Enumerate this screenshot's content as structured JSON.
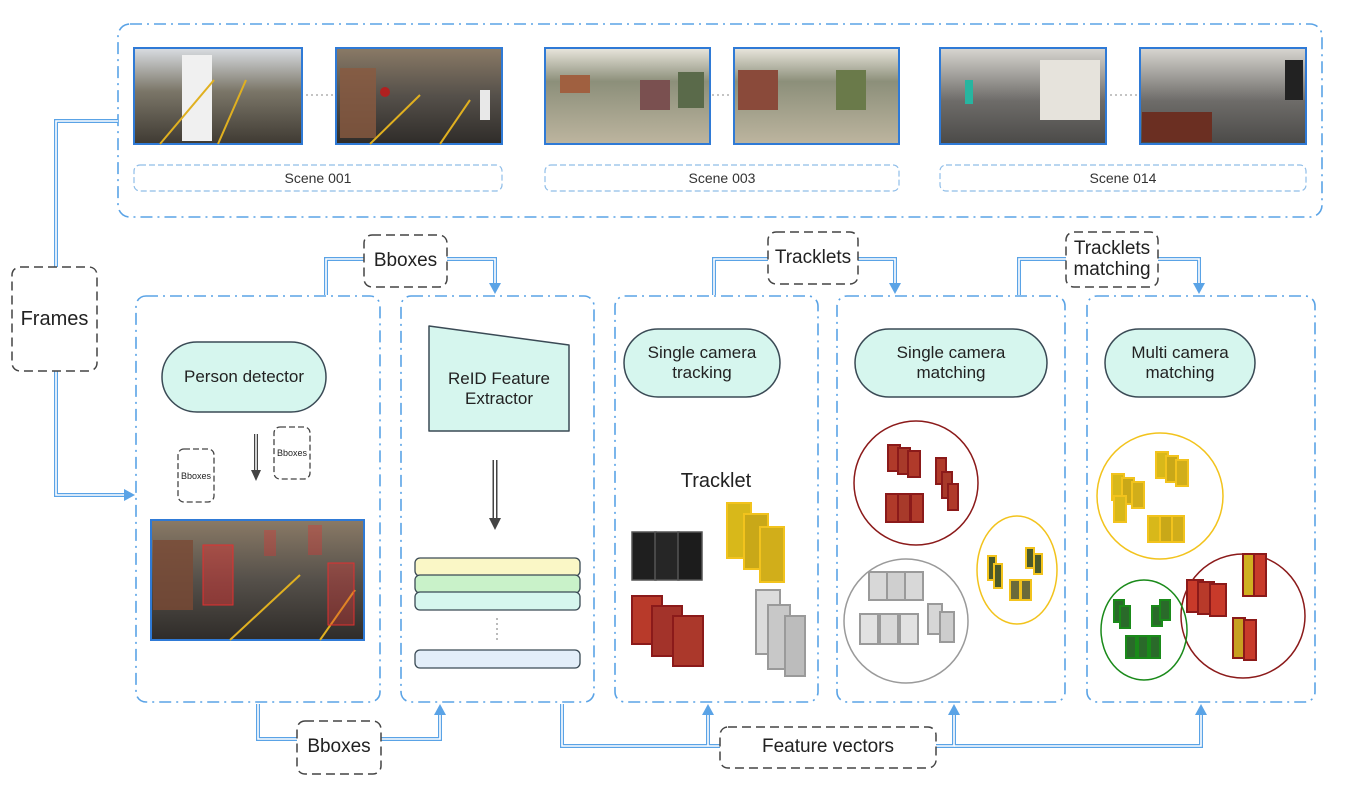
{
  "scenes": [
    {
      "label": "Scene 001"
    },
    {
      "label": "Scene 003"
    },
    {
      "label": "Scene 014"
    }
  ],
  "labels": {
    "frames": "Frames",
    "bboxes": "Bboxes",
    "tracklets": "Tracklets",
    "tracklets_matching": "Tracklets matching",
    "feature_vectors": "Feature vectors",
    "bboxes_small": "Bboxes",
    "tracklet": "Tracklet"
  },
  "modules": {
    "person_detector": "Person detector",
    "reid": "ReID Feature Extractor",
    "single_tracking": "Single camera tracking",
    "single_matching": "Single camera matching",
    "multi_matching": "Multi camera matching"
  },
  "colors": {
    "accent_blue": "#5aa3e6",
    "pill_fill": "#d6f6ee",
    "dark_red": "#8b1a1a",
    "gold": "#f2c31d",
    "gray": "#9a9a9a",
    "green": "#1a8a1a"
  }
}
